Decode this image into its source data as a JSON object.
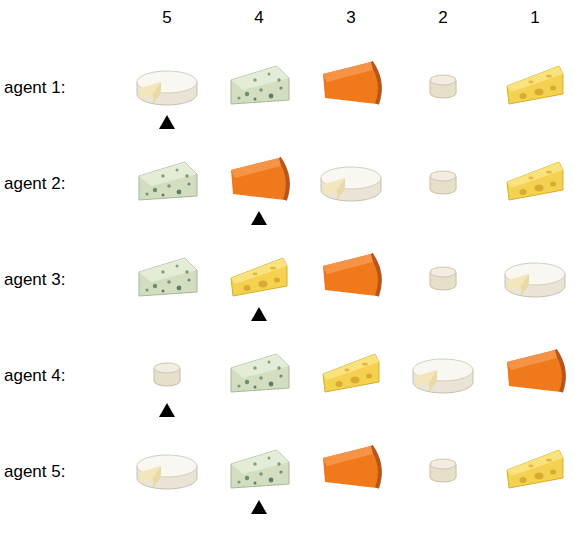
{
  "diagram": {
    "labels": [
      "5",
      "4",
      "3",
      "2",
      "1",
      "agent 1:",
      "agent 2:",
      "agent 3:",
      "agent 4:",
      "agent 5:"
    ]
  }
}
